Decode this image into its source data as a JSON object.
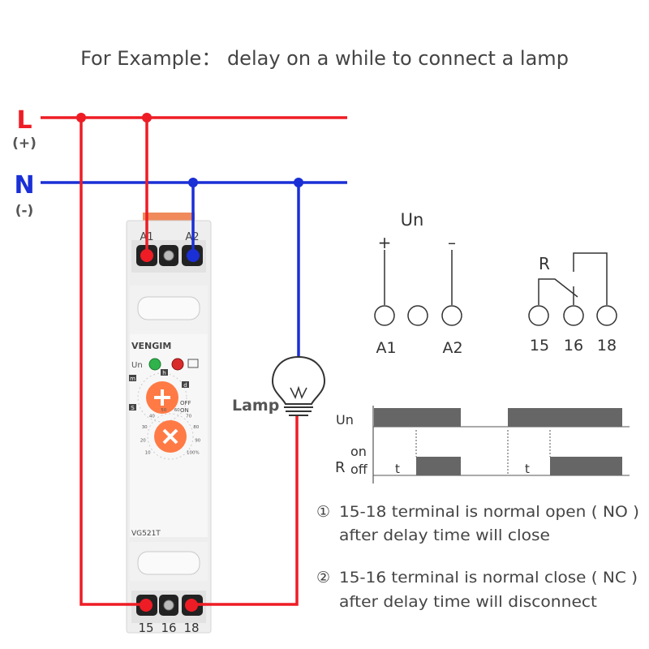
{
  "title": "For Example： delay on a while to connect a lamp",
  "lines": {
    "L": {
      "label": "L",
      "sub": "(+)",
      "color": "#ee1c25"
    },
    "N": {
      "label": "N",
      "sub": "(-)",
      "color": "#1a2fd6"
    }
  },
  "device": {
    "brand": "VENGIM",
    "model": "VG521T",
    "top_terminals": [
      "A1",
      "A2"
    ],
    "bottom_terminals": [
      "15",
      "16",
      "18"
    ],
    "un_label": "Un",
    "led_colors": {
      "power": "#2fb34a",
      "relay": "#d92a2a"
    },
    "knob_color": "#ff7a45",
    "time_dial_labels": [
      "m",
      "h",
      "d",
      "S",
      "OFF",
      "ON"
    ],
    "percent_dial_labels": [
      "10",
      "20",
      "30",
      "40",
      "50",
      "60",
      "70",
      "80",
      "90",
      "100%"
    ]
  },
  "lamp": {
    "label": "Lamp"
  },
  "schematic": {
    "un_label": "Un",
    "plus": "+",
    "minus": "–",
    "coil_terminals": [
      "A1",
      "A2"
    ],
    "relay_label": "R",
    "relay_terminals": [
      "15",
      "16",
      "18"
    ]
  },
  "timing": {
    "un_label": "Un",
    "on_label": "on",
    "r_label": "R",
    "off_label": "off",
    "t_label": "t"
  },
  "notes": [
    {
      "num": "①",
      "line1": "15-18 terminal is normal open ( NO )",
      "line2": "after delay time will close"
    },
    {
      "num": "②",
      "line1": "15-16 terminal is normal close ( NC )",
      "line2": "after delay time will disconnect"
    }
  ]
}
